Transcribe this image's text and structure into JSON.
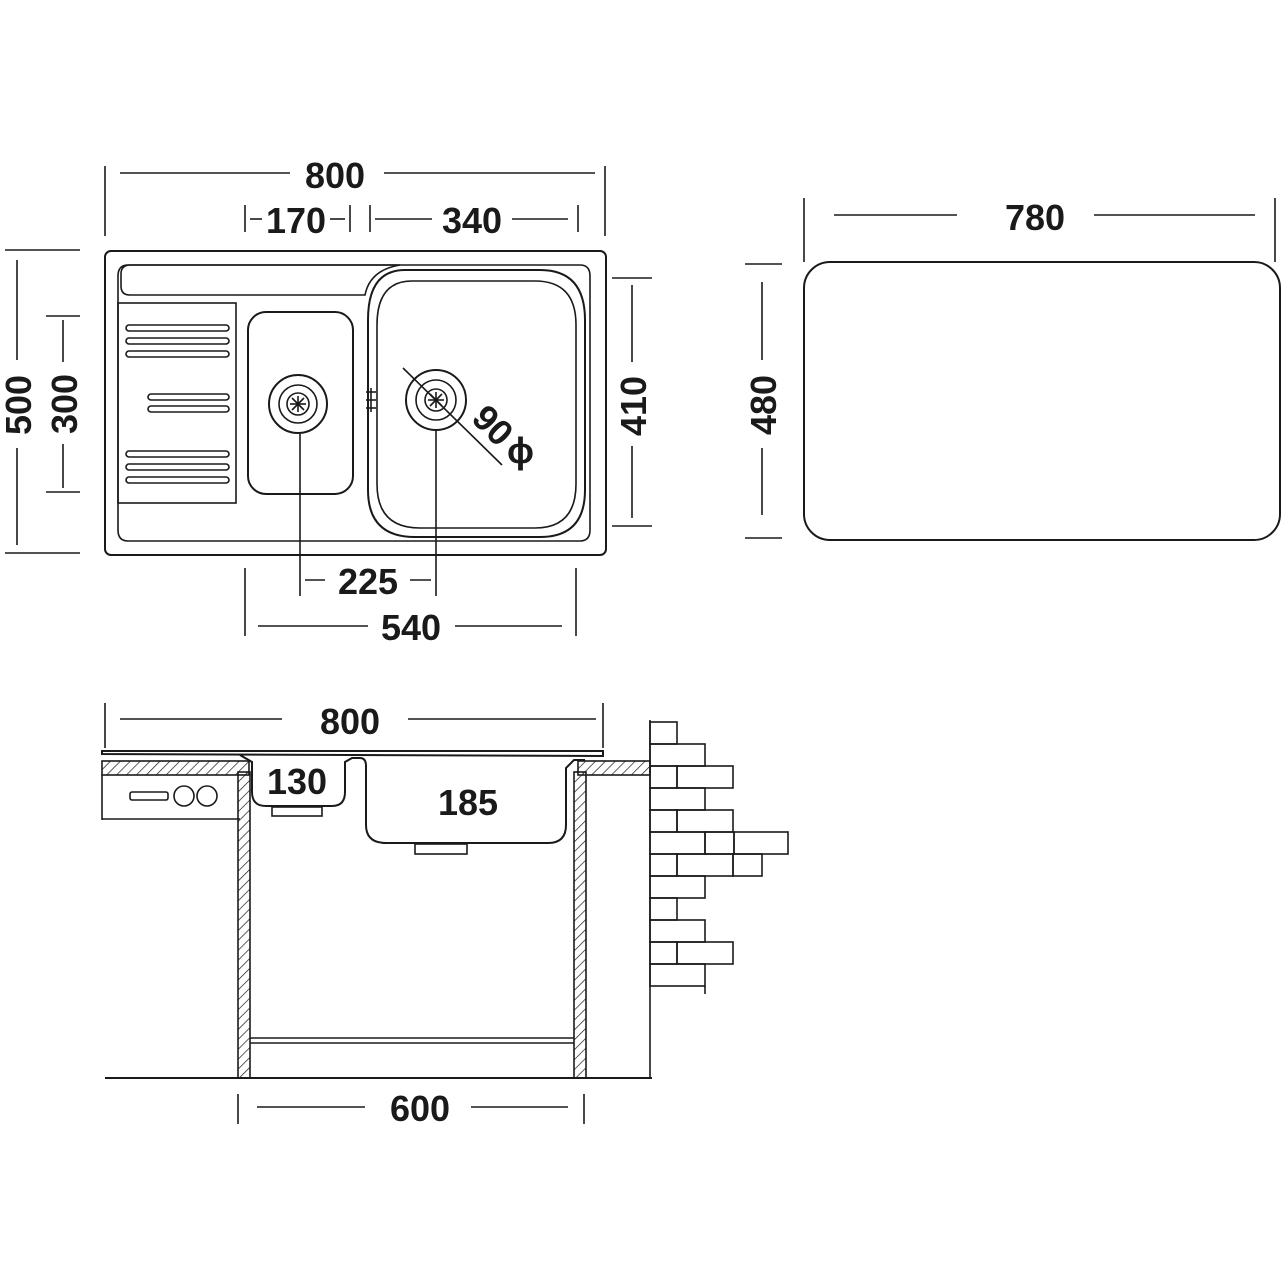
{
  "top_view": {
    "overall_width": "800",
    "small_bowl_width": "170",
    "large_bowl_width": "340",
    "overall_depth": "500",
    "drainer_depth": "300",
    "large_bowl_depth": "410",
    "drain_diameter": "90",
    "diameter_symbol": "ϕ",
    "drain_spacing": "225",
    "bowls_width": "540"
  },
  "cutout": {
    "width": "780",
    "depth": "480"
  },
  "side_view": {
    "overall_width": "800",
    "small_bowl_depth": "130",
    "large_bowl_depth": "185",
    "cabinet_width": "600"
  }
}
